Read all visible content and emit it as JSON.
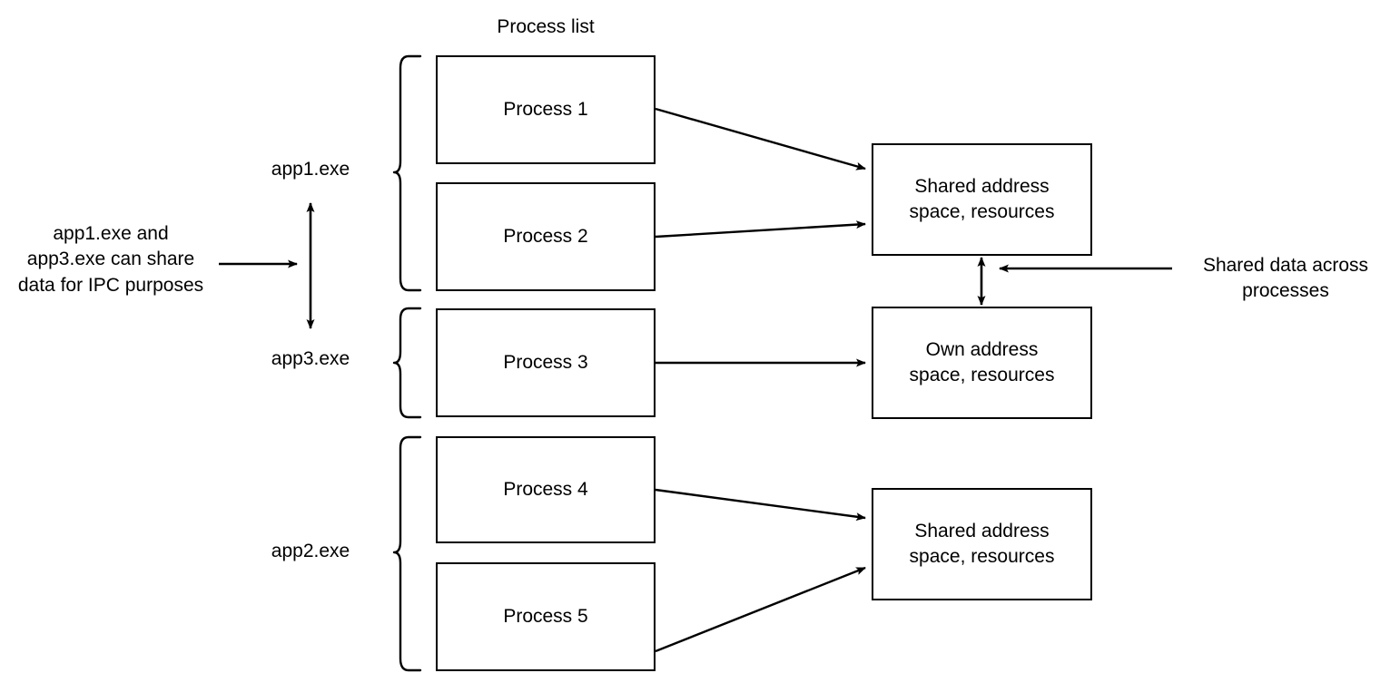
{
  "diagram": {
    "title": "Process list",
    "background_color": "#ffffff",
    "stroke_color": "#000000",
    "text_color": "#000000"
  },
  "headers": {
    "process_list": "Process list"
  },
  "app_labels": [
    {
      "id": "app1",
      "text": "app1.exe"
    },
    {
      "id": "app3",
      "text": "app3.exe"
    },
    {
      "id": "app2",
      "text": "app2.exe"
    }
  ],
  "process_boxes": [
    {
      "id": "process-1",
      "label": "Process 1"
    },
    {
      "id": "process-2",
      "label": "Process 2"
    },
    {
      "id": "process-3",
      "label": "Process 3"
    },
    {
      "id": "process-4",
      "label": "Process 4"
    },
    {
      "id": "process-5",
      "label": "Process 5"
    }
  ],
  "memory_boxes": [
    {
      "id": "shared-top",
      "label": "Shared address\nspace, resources"
    },
    {
      "id": "own-middle",
      "label": "Own address\nspace, resources"
    },
    {
      "id": "shared-bottom",
      "label": "Shared address\nspace, resources"
    }
  ],
  "annotations": [
    {
      "id": "ipc-note",
      "text": "app1.exe and\napp3.exe can share\ndata for IPC purposes"
    },
    {
      "id": "shared-data-note",
      "text": "Shared data across\nprocesses"
    }
  ]
}
